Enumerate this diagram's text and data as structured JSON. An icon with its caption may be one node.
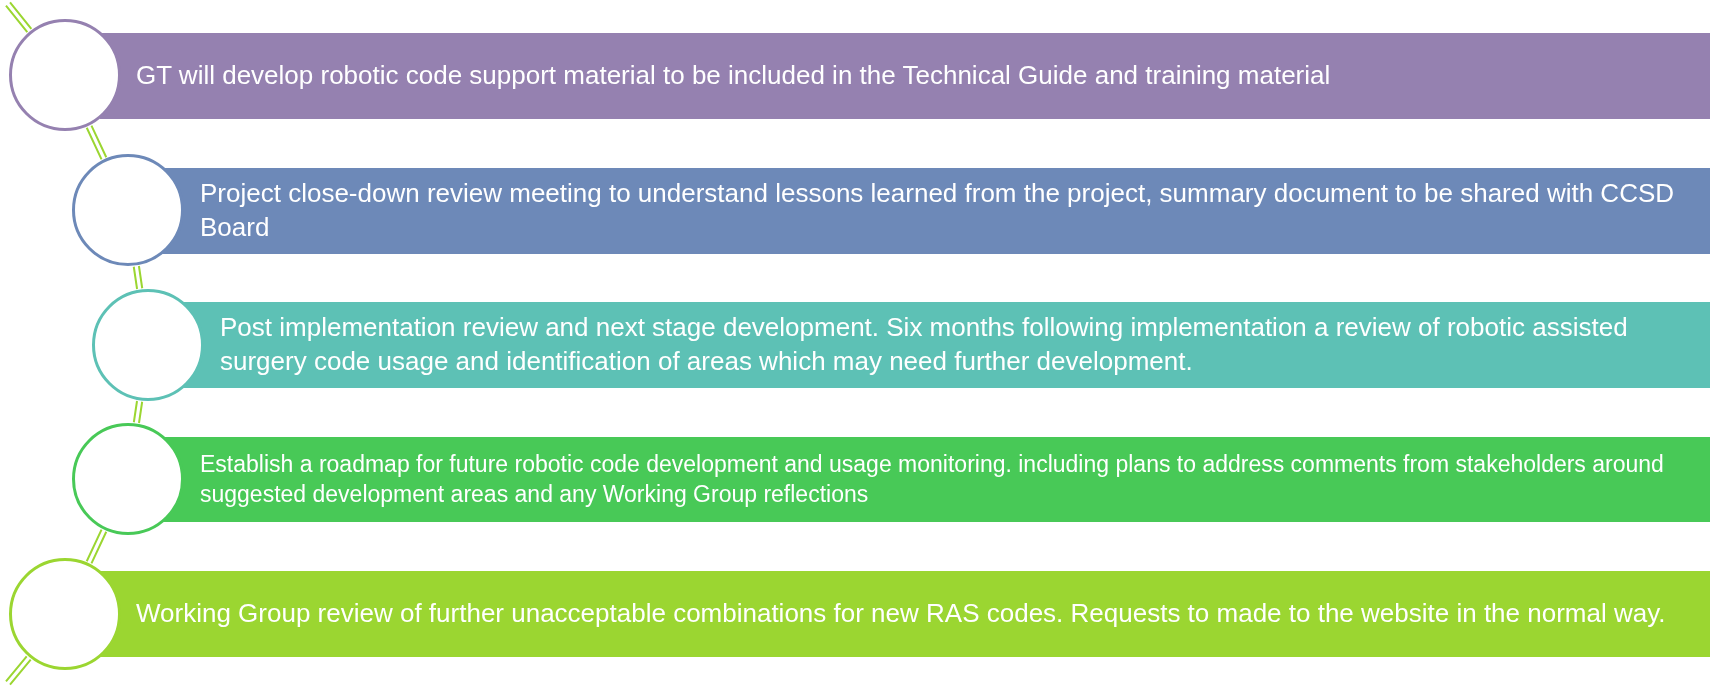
{
  "diagram": {
    "nodes": [
      {
        "text": [],
        "shape": "circle"
      },
      {
        "text": [
          "GT will develop robotic code support material to be included in the Technical Guide and training material"
        ]
      },
      {
        "text": [],
        "shape": "circle"
      },
      {
        "text": [
          "Project close-down review meeting to understand lessons learned from the project, summary document to be shared with CCSD Board"
        ]
      },
      {
        "text": [],
        "shape": "circle"
      },
      {
        "text": [
          "Post implementation review and next stage development. Six months following implementation a review of robotic assisted surgery code usage and identification of areas which may need further development."
        ]
      },
      {
        "text": [],
        "shape": "circle"
      },
      {
        "text": [
          "Establish a roadmap for future robotic code development and usage monitoring. including plans to address comments from stakeholders around suggested development areas and any Working Group reflections"
        ]
      },
      {
        "text": [],
        "shape": "circle"
      },
      {
        "text": [
          "Working Group review of further unacceptable combinations for new RAS codes. Requests to made to the website in the normal way."
        ]
      }
    ],
    "edges": [
      {
        "from": null,
        "to": 0,
        "arrow": "none"
      },
      {
        "from": 0,
        "to": 2,
        "arrow": "none"
      },
      {
        "from": 2,
        "to": 4,
        "arrow": "none"
      },
      {
        "from": 4,
        "to": 6,
        "arrow": "none"
      },
      {
        "from": 6,
        "to": 8,
        "arrow": "none"
      },
      {
        "from": 8,
        "to": null,
        "arrow": "none"
      }
    ]
  }
}
